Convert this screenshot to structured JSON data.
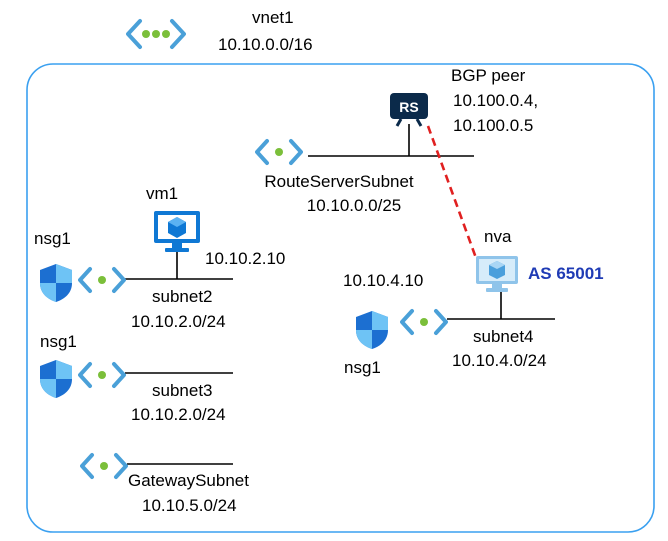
{
  "vnet": {
    "name": "vnet1",
    "cidr": "10.10.0.0/16"
  },
  "route_server": {
    "badge": "RS",
    "peer_title": "BGP peer",
    "peer_ip_1": "10.100.0.4,",
    "peer_ip_2": "10.100.0.5",
    "subnet_name": "RouteServerSubnet",
    "subnet_cidr": "10.10.0.0/25"
  },
  "vm1": {
    "name": "vm1",
    "ip": "10.10.2.10"
  },
  "nva": {
    "name": "nva",
    "asn": "AS 65001",
    "ip": "10.10.4.10"
  },
  "subnet2": {
    "name": "subnet2",
    "cidr": "10.10.2.0/24",
    "nsg": "nsg1"
  },
  "subnet3": {
    "name": "subnet3",
    "cidr": "10.10.2.0/24",
    "nsg": "nsg1"
  },
  "subnet4": {
    "name": "subnet4",
    "cidr": "10.10.4.0/24",
    "nsg": "nsg1"
  },
  "gateway_subnet": {
    "name": "GatewaySubnet",
    "cidr": "10.10.5.0/24"
  },
  "colors": {
    "vnet_border": "#3aa0f0",
    "subnet_icon": "#4aa0d8",
    "dot_green": "#7bbf3a",
    "rs_navy": "#0b2a4a",
    "vm_blue": "#0f78d4",
    "bgp_link": "#e02020",
    "asn_text": "#1f3bb5"
  }
}
